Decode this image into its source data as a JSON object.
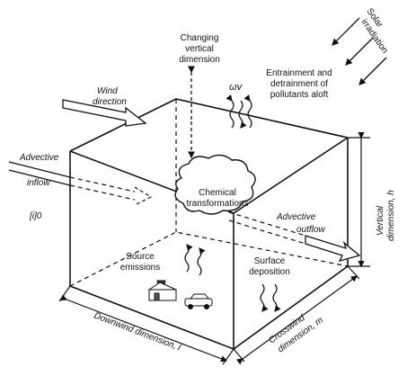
{
  "labels": {
    "changing_vertical_1": "Changing",
    "changing_vertical_2": "vertical",
    "changing_vertical_3": "dimension",
    "solar_1": "Solar",
    "solar_2": "irradiation",
    "entrainment_1": "Entrainment and",
    "entrainment_2": "detrainment of",
    "entrainment_3": "pollutants aloft",
    "omega": "ωv",
    "wind_1": "Wind",
    "wind_2": "direction",
    "advective_inflow_1": "Advective",
    "advective_inflow_2": "inflow",
    "initial_conc": "[i]0",
    "chemical_1": "Chemical",
    "chemical_2": "transformations",
    "advective_outflow_1": "Advective",
    "advective_outflow_2": "outflow",
    "vertical_dim_1": "Vertical",
    "vertical_dim_2": "dimension, h",
    "source_1": "Source",
    "source_2": "emissions",
    "surface_1": "Surface",
    "surface_2": "deposition",
    "downwind": "Downwind   dimension, l",
    "crosswind_1": "Crosswind",
    "crosswind_2": "dimension, m"
  },
  "colors": {
    "line": "#111111",
    "background": "#ffffff"
  }
}
